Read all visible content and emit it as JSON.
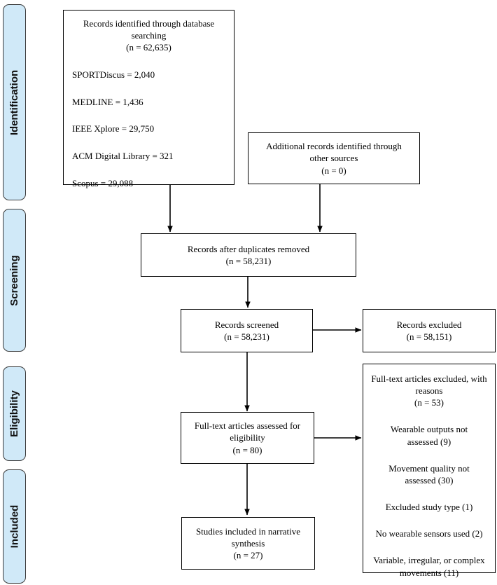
{
  "figure": {
    "type": "prisma-flow-diagram"
  },
  "sidebar": {
    "stages": [
      {
        "label": "Identification"
      },
      {
        "label": "Screening"
      },
      {
        "label": "Eligibility"
      },
      {
        "label": "Included"
      }
    ]
  },
  "boxes": {
    "database_search": {
      "title": "Records identified through database searching",
      "count": "(n = 62,635)",
      "sources": [
        "SPORTDiscus = 2,040",
        "MEDLINE = 1,436",
        "IEEE Xplore = 29,750",
        "ACM Digital Library = 321",
        "Scopus = 29,088"
      ]
    },
    "other_sources": {
      "title": "Additional records identified through other sources",
      "count": "(n = 0)"
    },
    "duplicates_removed": {
      "title": "Records after duplicates removed",
      "count": "(n = 58,231)"
    },
    "records_screened": {
      "title": "Records screened",
      "count": "(n = 58,231)"
    },
    "records_excluded": {
      "title": "Records excluded",
      "count": "(n = 58,151)"
    },
    "fulltext_assessed": {
      "title": "Full-text articles assessed for eligibility",
      "count": "(n = 80)"
    },
    "fulltext_excluded": {
      "title": "Full-text articles excluded, with reasons",
      "count": "(n = 53)",
      "reasons": [
        "Wearable outputs not assessed (9)",
        "Movement quality not assessed (30)",
        "Excluded study type (1)",
        "No wearable sensors used (2)",
        "Variable, irregular, or complex movements (11)"
      ]
    },
    "studies_included": {
      "title": "Studies included in narrative synthesis",
      "count": "(n = 27)"
    }
  },
  "colors": {
    "stage_fill": "#d0e9f8",
    "stage_border": "#3b3b3b",
    "box_border": "#000000",
    "arrow": "#000000"
  }
}
